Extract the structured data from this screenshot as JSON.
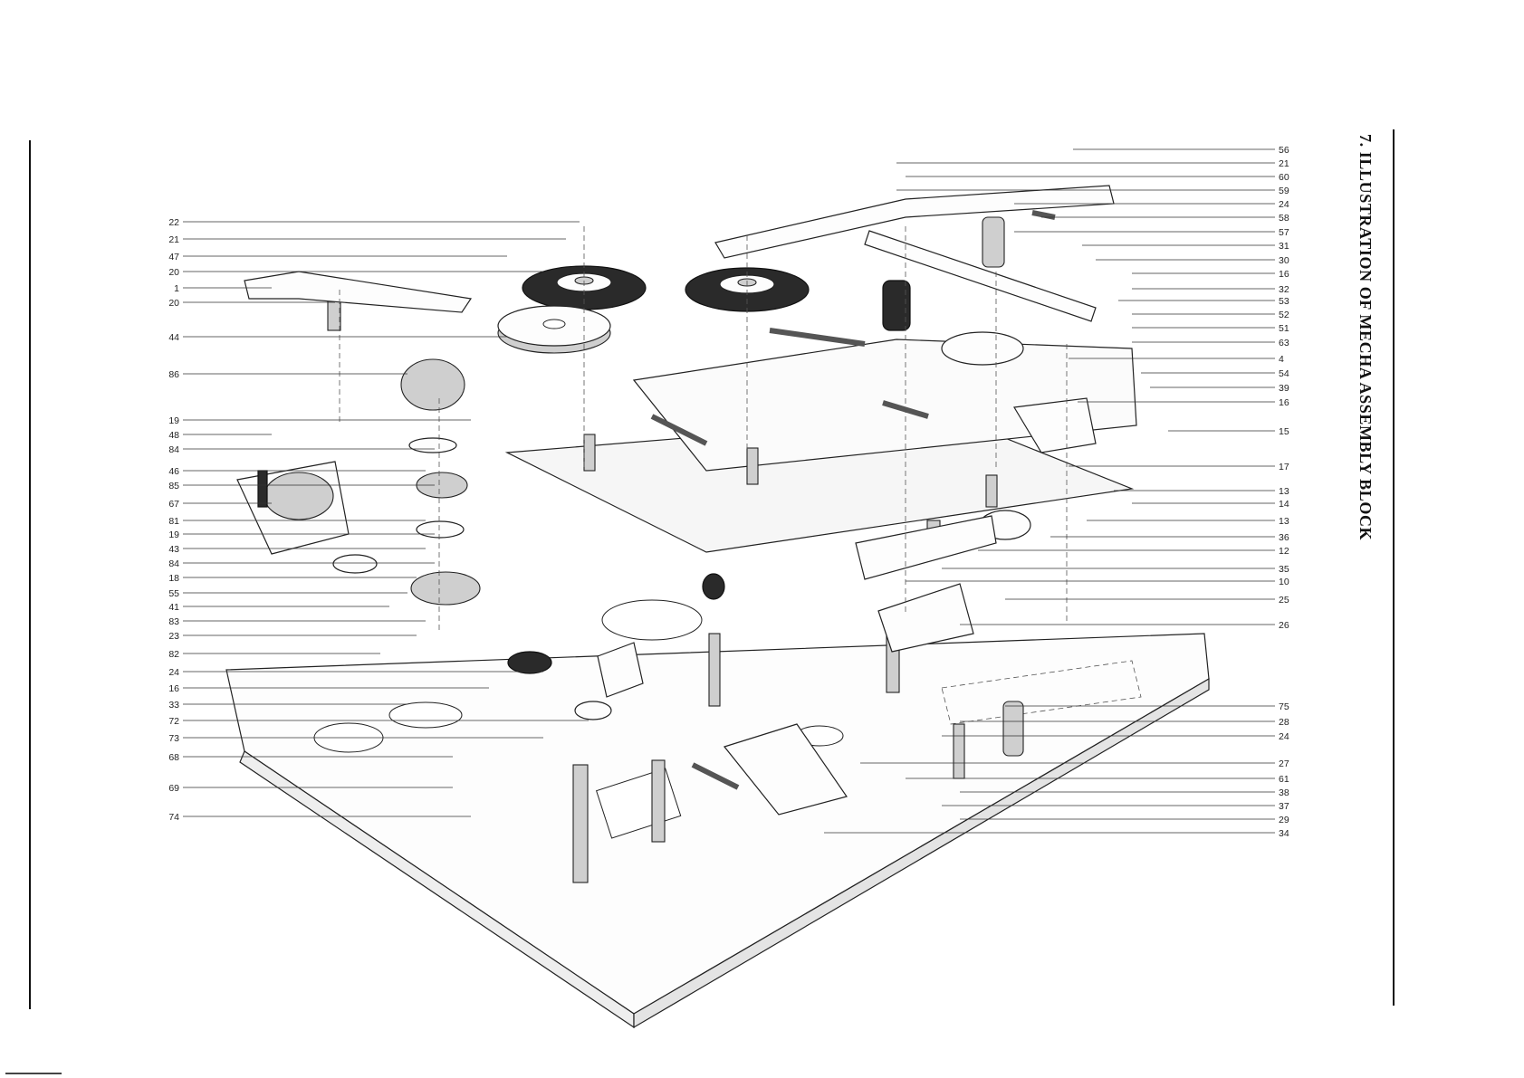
{
  "page": {
    "title": "7. ILLUSTRATION OF MECHA ASSEMBLY BLOCK"
  },
  "callouts": {
    "left": [
      "22",
      "21",
      "47",
      "20",
      "1",
      "20",
      "44",
      "86",
      "19",
      "48",
      "84",
      "46",
      "85",
      "67",
      "81",
      "19",
      "43",
      "84",
      "18",
      "55",
      "41",
      "83",
      "23",
      "82",
      "24",
      "16",
      "33",
      "72",
      "73",
      "68",
      "69",
      "74"
    ],
    "right": [
      "56",
      "21",
      "60",
      "59",
      "24",
      "58",
      "57",
      "31",
      "30",
      "16",
      "32",
      "53",
      "52",
      "51",
      "63",
      "4",
      "54",
      "39",
      "16",
      "15",
      "17",
      "13",
      "14",
      "13",
      "36",
      "12",
      "35",
      "10",
      "25",
      "26",
      "75",
      "28",
      "24",
      "27",
      "61",
      "38",
      "37",
      "29",
      "34"
    ]
  }
}
